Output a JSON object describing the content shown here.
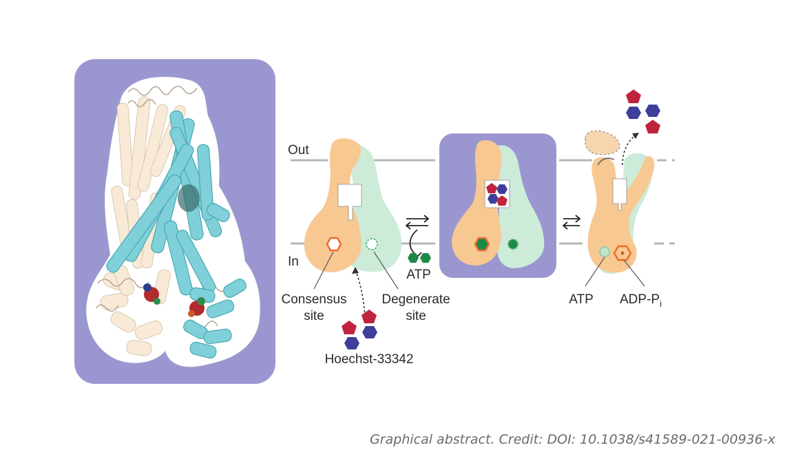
{
  "labels": {
    "out": "Out",
    "in": "In",
    "consensus_line1": "Consensus",
    "consensus_line2": "site",
    "degenerate_line1": "Degenerate",
    "degenerate_line2": "site",
    "atp_mid": "ATP",
    "atp_right": "ATP",
    "adp_pi_main": "ADP-P",
    "adp_pi_sub": "i",
    "hoechst": "Hoechst-33342"
  },
  "caption": "Graphical abstract. Credit: DOI: 10.1038/s41589-021-00936-x",
  "colors": {
    "panel_purple": "#9a97d0",
    "tan": "#f7c892",
    "mint": "#cdebd9",
    "helix_cyan": "#7fd0d8",
    "helix_cream": "#f8ead6",
    "membrane_line": "#b5b5b5",
    "pentagon_red": "#c0233d",
    "hexagon_blue": "#3d3f9a",
    "atp_green": "#1f8a47",
    "site_orange": "#ef6a2a",
    "text": "#2a2a2a"
  },
  "icons": [
    "curved-equilibrium-arrow-icon",
    "equilibrium-arrows-icon",
    "dotted-arrow-icon",
    "pentagon-icon",
    "hexagon-icon"
  ]
}
